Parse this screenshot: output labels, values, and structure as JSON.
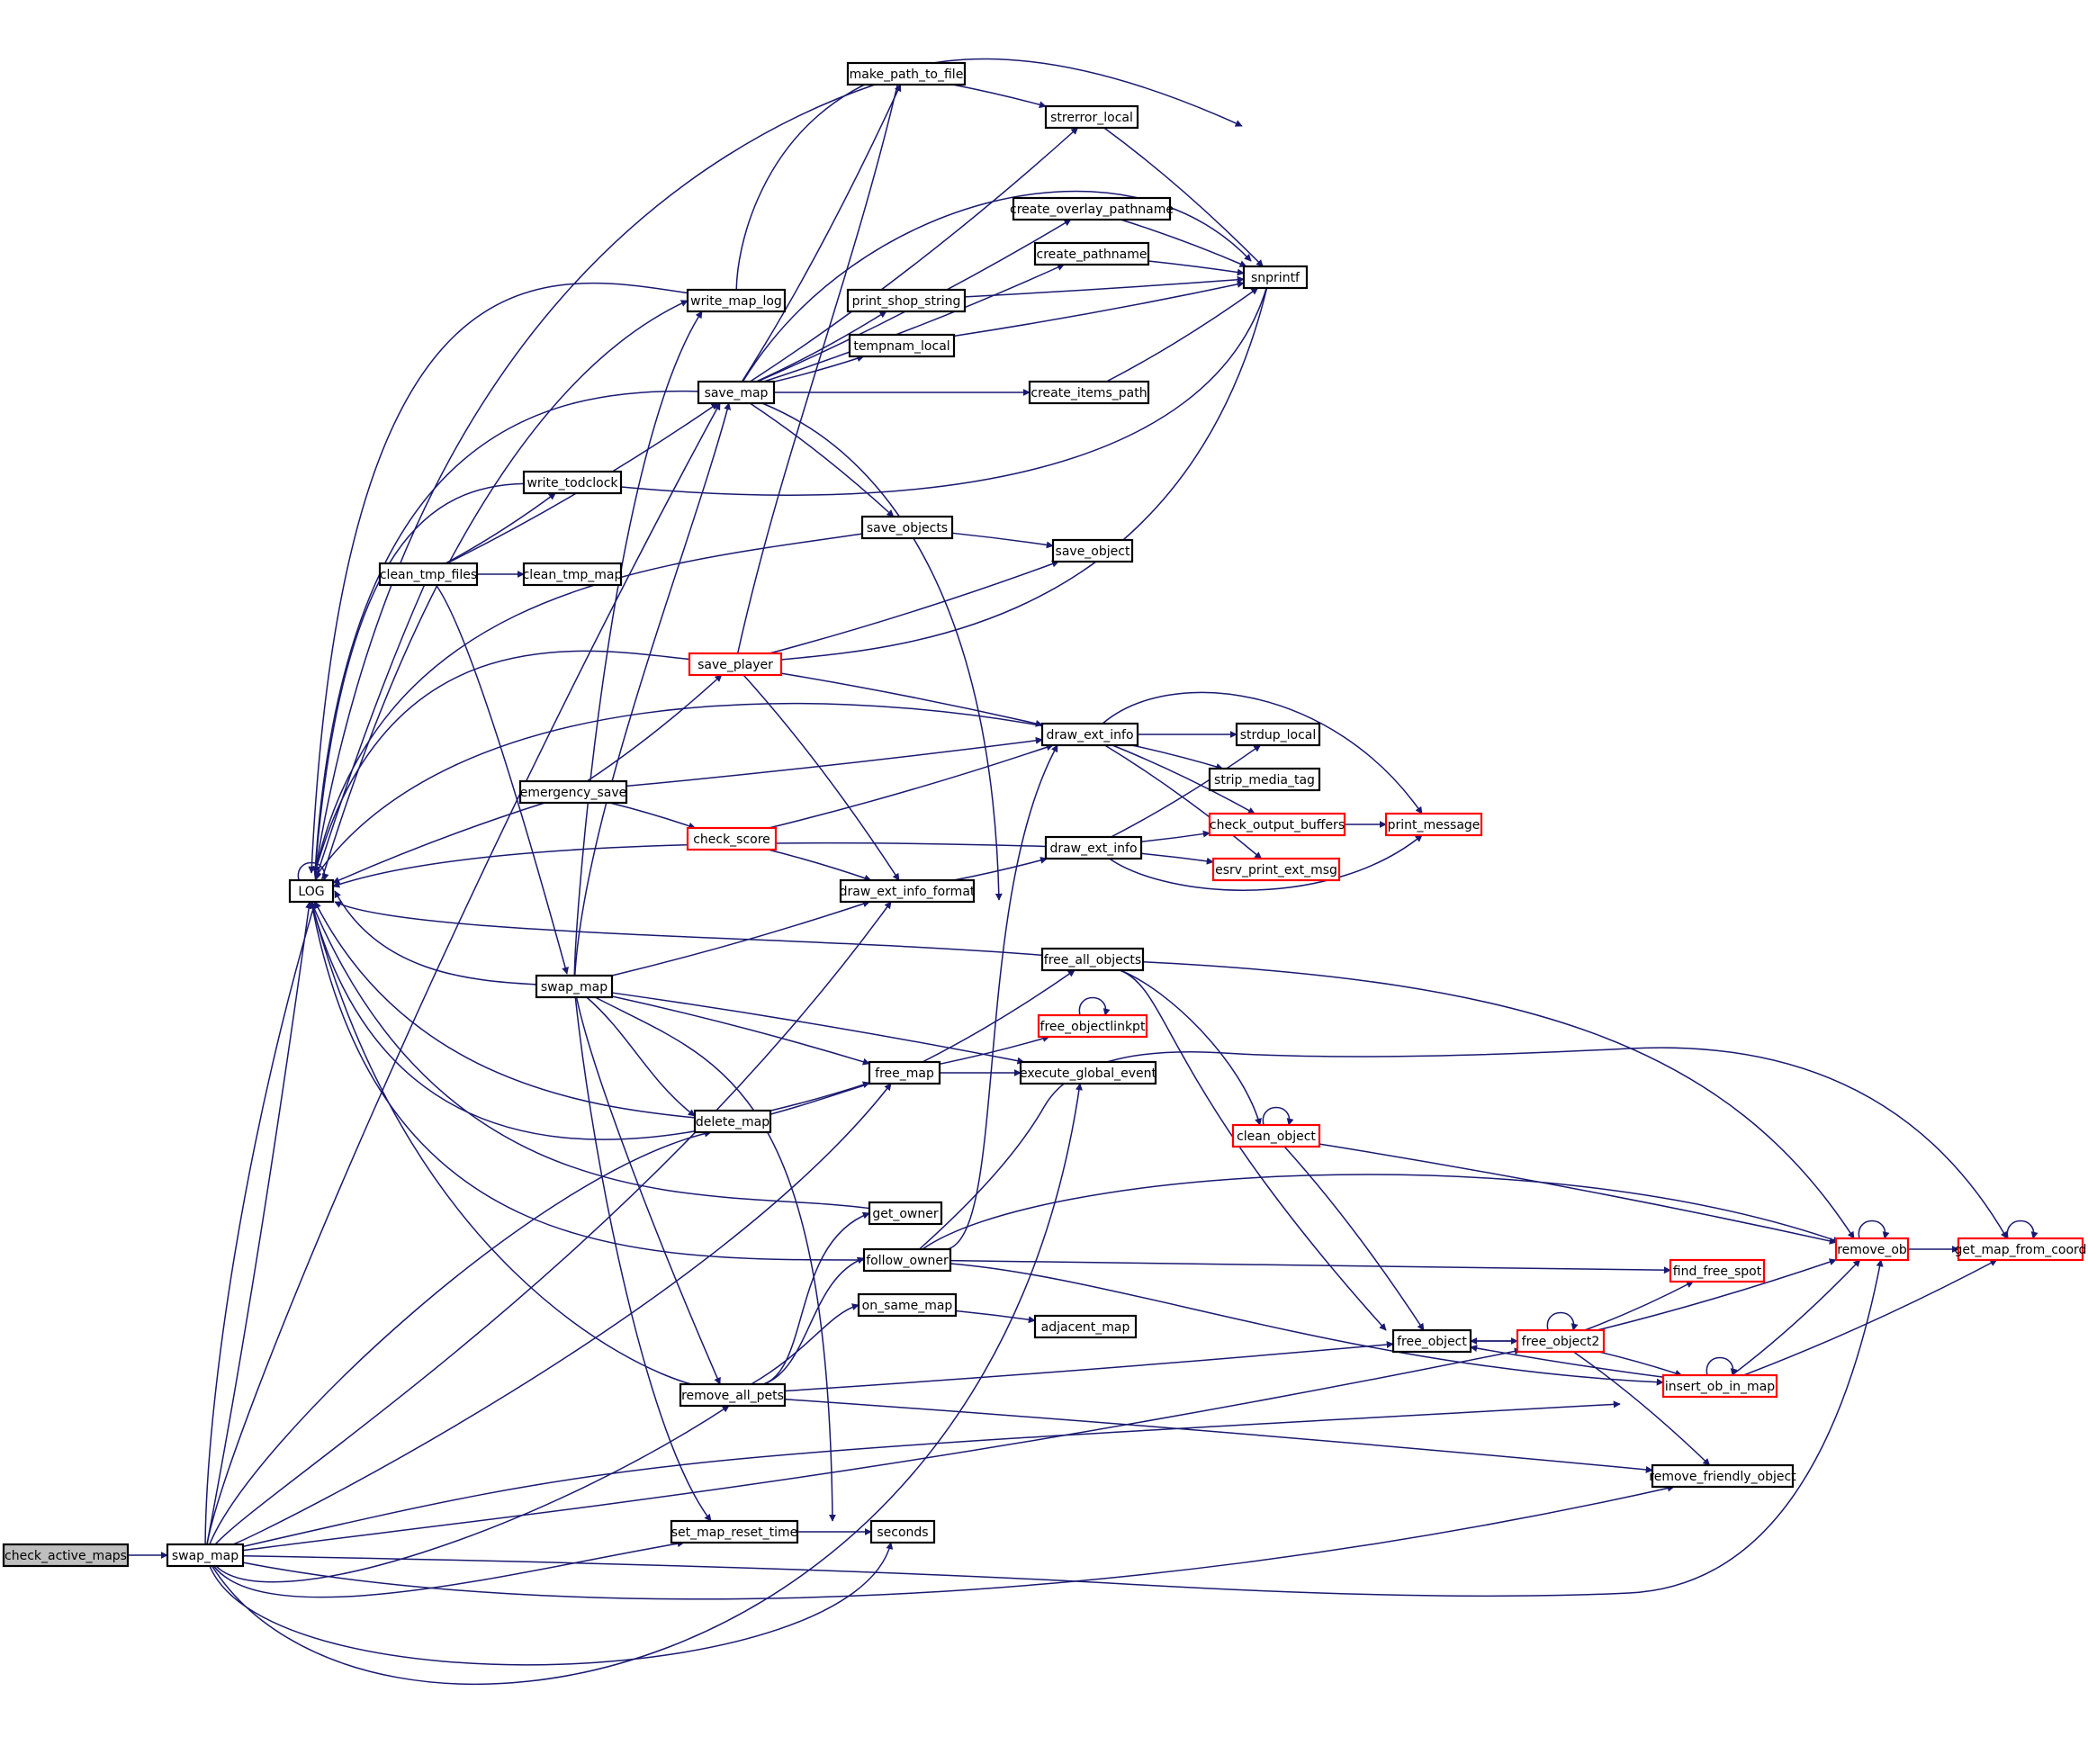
{
  "title": "check_active_maps call graph",
  "colors": {
    "edge": "#191970",
    "normal_border": "#000000",
    "truncated_border": "#ff0000",
    "root_fill": "#bfbfbf",
    "node_fill": "#ffffff"
  },
  "nodes": [
    {
      "id": "check_active_maps",
      "label": "check_active_maps",
      "style": "root"
    },
    {
      "id": "swap_map_b",
      "label": "swap_map",
      "style": "normal"
    },
    {
      "id": "LOG",
      "label": "LOG",
      "style": "normal"
    },
    {
      "id": "write_map_log",
      "label": "write_map_log",
      "style": "normal"
    },
    {
      "id": "save_map",
      "label": "save_map",
      "style": "normal"
    },
    {
      "id": "write_todclock",
      "label": "write_todclock",
      "style": "normal"
    },
    {
      "id": "clean_tmp_files",
      "label": "clean_tmp_files",
      "style": "normal"
    },
    {
      "id": "clean_tmp_map",
      "label": "clean_tmp_map",
      "style": "normal"
    },
    {
      "id": "save_player",
      "label": "save_player",
      "style": "truncated"
    },
    {
      "id": "emergency_save",
      "label": "emergency_save",
      "style": "normal"
    },
    {
      "id": "check_score",
      "label": "check_score",
      "style": "truncated"
    },
    {
      "id": "swap_map_m",
      "label": "swap_map",
      "style": "normal"
    },
    {
      "id": "delete_map",
      "label": "delete_map",
      "style": "normal"
    },
    {
      "id": "remove_all_pets",
      "label": "remove_all_pets",
      "style": "normal"
    },
    {
      "id": "set_map_reset_time",
      "label": "set_map_reset_time",
      "style": "normal"
    },
    {
      "id": "make_path_to_file",
      "label": "make_path_to_file",
      "style": "normal"
    },
    {
      "id": "strerror_local",
      "label": "strerror_local",
      "style": "normal"
    },
    {
      "id": "create_overlay_pathname",
      "label": "create_overlay_pathname",
      "style": "normal"
    },
    {
      "id": "create_pathname",
      "label": "create_pathname",
      "style": "normal"
    },
    {
      "id": "print_shop_string",
      "label": "print_shop_string",
      "style": "normal"
    },
    {
      "id": "tempnam_local",
      "label": "tempnam_local",
      "style": "normal"
    },
    {
      "id": "create_items_path",
      "label": "create_items_path",
      "style": "normal"
    },
    {
      "id": "snprintf",
      "label": "snprintf",
      "style": "normal"
    },
    {
      "id": "save_objects",
      "label": "save_objects",
      "style": "normal"
    },
    {
      "id": "save_object",
      "label": "save_object",
      "style": "normal"
    },
    {
      "id": "draw_ext_info_1",
      "label": "draw_ext_info",
      "style": "normal"
    },
    {
      "id": "draw_ext_info_2",
      "label": "draw_ext_info",
      "style": "normal"
    },
    {
      "id": "draw_ext_info_format",
      "label": "draw_ext_info_format",
      "style": "normal"
    },
    {
      "id": "strdup_local",
      "label": "strdup_local",
      "style": "normal"
    },
    {
      "id": "strip_media_tag",
      "label": "strip_media_tag",
      "style": "normal"
    },
    {
      "id": "check_output_buffers",
      "label": "check_output_buffers",
      "style": "truncated"
    },
    {
      "id": "esrv_print_ext_msg",
      "label": "esrv_print_ext_msg",
      "style": "truncated"
    },
    {
      "id": "print_message",
      "label": "print_message",
      "style": "truncated"
    },
    {
      "id": "free_all_objects",
      "label": "free_all_objects",
      "style": "normal"
    },
    {
      "id": "free_objectlinkpt",
      "label": "free_objectlinkpt",
      "style": "truncated"
    },
    {
      "id": "free_map",
      "label": "free_map",
      "style": "normal"
    },
    {
      "id": "execute_global_event",
      "label": "execute_global_event",
      "style": "normal"
    },
    {
      "id": "clean_object",
      "label": "clean_object",
      "style": "truncated"
    },
    {
      "id": "get_owner",
      "label": "get_owner",
      "style": "normal"
    },
    {
      "id": "follow_owner",
      "label": "follow_owner",
      "style": "normal"
    },
    {
      "id": "on_same_map",
      "label": "on_same_map",
      "style": "normal"
    },
    {
      "id": "adjacent_map",
      "label": "adjacent_map",
      "style": "normal"
    },
    {
      "id": "seconds",
      "label": "seconds",
      "style": "normal"
    },
    {
      "id": "free_object",
      "label": "free_object",
      "style": "normal"
    },
    {
      "id": "free_object2",
      "label": "free_object2",
      "style": "truncated"
    },
    {
      "id": "find_free_spot",
      "label": "find_free_spot",
      "style": "truncated"
    },
    {
      "id": "insert_ob_in_map",
      "label": "insert_ob_in_map",
      "style": "truncated"
    },
    {
      "id": "remove_friendly_object",
      "label": "remove_friendly_object",
      "style": "normal"
    },
    {
      "id": "remove_ob",
      "label": "remove_ob",
      "style": "truncated"
    },
    {
      "id": "get_map_from_coord",
      "label": "get_map_from_coord",
      "style": "truncated"
    }
  ],
  "edges": [
    [
      "check_active_maps",
      "swap_map_b"
    ],
    [
      "swap_map_b",
      "LOG"
    ],
    [
      "swap_map_b",
      "delete_map"
    ],
    [
      "swap_map_b",
      "draw_ext_info_format"
    ],
    [
      "swap_map_b",
      "free_map"
    ],
    [
      "swap_map_b",
      "remove_all_pets"
    ],
    [
      "swap_map_b",
      "set_map_reset_time"
    ],
    [
      "swap_map_b",
      "seconds"
    ],
    [
      "swap_map_b",
      "execute_global_event"
    ],
    [
      "swap_map_b",
      "save_map"
    ],
    [
      "swap_map_b",
      "write_map_log"
    ],
    [
      "swap_map_b",
      "insert_ob_in_map"
    ],
    [
      "swap_map_b",
      "remove_friendly_object"
    ],
    [
      "swap_map_b",
      "free_object2"
    ],
    [
      "swap_map_b",
      "remove_ob"
    ],
    [
      "write_map_log",
      "LOG"
    ],
    [
      "write_map_log",
      "snprintf"
    ],
    [
      "save_map",
      "LOG"
    ],
    [
      "save_map",
      "make_path_to_file"
    ],
    [
      "save_map",
      "strerror_local"
    ],
    [
      "save_map",
      "create_overlay_pathname"
    ],
    [
      "save_map",
      "create_pathname"
    ],
    [
      "save_map",
      "print_shop_string"
    ],
    [
      "save_map",
      "tempnam_local"
    ],
    [
      "save_map",
      "create_items_path"
    ],
    [
      "save_map",
      "save_objects"
    ],
    [
      "save_map",
      "free_all_objects"
    ],
    [
      "save_map",
      "snprintf"
    ],
    [
      "make_path_to_file",
      "strerror_local"
    ],
    [
      "make_path_to_file",
      "LOG"
    ],
    [
      "strerror_local",
      "snprintf"
    ],
    [
      "create_overlay_pathname",
      "snprintf"
    ],
    [
      "create_pathname",
      "snprintf"
    ],
    [
      "print_shop_string",
      "snprintf"
    ],
    [
      "tempnam_local",
      "snprintf"
    ],
    [
      "create_items_path",
      "snprintf"
    ],
    [
      "write_todclock",
      "LOG"
    ],
    [
      "write_todclock",
      "snprintf"
    ],
    [
      "clean_tmp_files",
      "LOG"
    ],
    [
      "clean_tmp_files",
      "write_todclock"
    ],
    [
      "clean_tmp_files",
      "save_map"
    ],
    [
      "clean_tmp_files",
      "clean_tmp_map"
    ],
    [
      "clean_tmp_files",
      "swap_map_m"
    ],
    [
      "save_objects",
      "LOG"
    ],
    [
      "save_objects",
      "save_object"
    ],
    [
      "save_player",
      "LOG"
    ],
    [
      "save_player",
      "save_object"
    ],
    [
      "save_player",
      "snprintf"
    ],
    [
      "save_player",
      "draw_ext_info_1"
    ],
    [
      "save_player",
      "draw_ext_info_format"
    ],
    [
      "save_player",
      "make_path_to_file"
    ],
    [
      "emergency_save",
      "LOG"
    ],
    [
      "emergency_save",
      "save_player"
    ],
    [
      "emergency_save",
      "check_score"
    ],
    [
      "emergency_save",
      "draw_ext_info_1"
    ],
    [
      "check_score",
      "draw_ext_info_1"
    ],
    [
      "check_score",
      "draw_ext_info_format"
    ],
    [
      "draw_ext_info_1",
      "LOG"
    ],
    [
      "draw_ext_info_1",
      "strdup_local"
    ],
    [
      "draw_ext_info_1",
      "strip_media_tag"
    ],
    [
      "draw_ext_info_1",
      "check_output_buffers"
    ],
    [
      "draw_ext_info_1",
      "esrv_print_ext_msg"
    ],
    [
      "draw_ext_info_1",
      "print_message"
    ],
    [
      "draw_ext_info_2",
      "LOG"
    ],
    [
      "draw_ext_info_2",
      "strdup_local"
    ],
    [
      "draw_ext_info_2",
      "check_output_buffers"
    ],
    [
      "draw_ext_info_2",
      "esrv_print_ext_msg"
    ],
    [
      "draw_ext_info_2",
      "print_message"
    ],
    [
      "check_output_buffers",
      "print_message"
    ],
    [
      "draw_ext_info_format",
      "draw_ext_info_2"
    ],
    [
      "swap_map_m",
      "LOG"
    ],
    [
      "swap_map_m",
      "save_map"
    ],
    [
      "swap_map_m",
      "draw_ext_info_format"
    ],
    [
      "swap_map_m",
      "free_map"
    ],
    [
      "swap_map_m",
      "execute_global_event"
    ],
    [
      "swap_map_m",
      "delete_map"
    ],
    [
      "swap_map_m",
      "remove_all_pets"
    ],
    [
      "swap_map_m",
      "set_map_reset_time"
    ],
    [
      "swap_map_m",
      "seconds"
    ],
    [
      "swap_map_m",
      "write_map_log"
    ],
    [
      "free_all_objects",
      "LOG"
    ],
    [
      "free_all_objects",
      "clean_object"
    ],
    [
      "free_all_objects",
      "free_object"
    ],
    [
      "free_all_objects",
      "remove_ob"
    ],
    [
      "free_objectlinkpt",
      "free_objectlinkpt"
    ],
    [
      "free_map",
      "LOG"
    ],
    [
      "free_map",
      "free_all_objects"
    ],
    [
      "free_map",
      "free_objectlinkpt"
    ],
    [
      "free_map",
      "execute_global_event"
    ],
    [
      "delete_map",
      "LOG"
    ],
    [
      "delete_map",
      "free_map"
    ],
    [
      "clean_object",
      "clean_object"
    ],
    [
      "clean_object",
      "free_object"
    ],
    [
      "clean_object",
      "remove_ob"
    ],
    [
      "get_owner",
      "LOG"
    ],
    [
      "follow_owner",
      "LOG"
    ],
    [
      "follow_owner",
      "draw_ext_info_1"
    ],
    [
      "follow_owner",
      "find_free_spot"
    ],
    [
      "follow_owner",
      "insert_ob_in_map"
    ],
    [
      "follow_owner",
      "remove_ob"
    ],
    [
      "follow_owner",
      "get_map_from_coord"
    ],
    [
      "on_same_map",
      "adjacent_map"
    ],
    [
      "remove_all_pets",
      "LOG"
    ],
    [
      "remove_all_pets",
      "get_owner"
    ],
    [
      "remove_all_pets",
      "follow_owner"
    ],
    [
      "remove_all_pets",
      "on_same_map"
    ],
    [
      "remove_all_pets",
      "free_object"
    ],
    [
      "remove_all_pets",
      "remove_friendly_object"
    ],
    [
      "set_map_reset_time",
      "seconds"
    ],
    [
      "free_object",
      "free_object2"
    ],
    [
      "free_object2",
      "free_object2"
    ],
    [
      "free_object2",
      "free_object"
    ],
    [
      "free_object2",
      "find_free_spot"
    ],
    [
      "free_object2",
      "remove_ob"
    ],
    [
      "free_object2",
      "insert_ob_in_map"
    ],
    [
      "free_object2",
      "remove_friendly_object"
    ],
    [
      "insert_ob_in_map",
      "insert_ob_in_map"
    ],
    [
      "insert_ob_in_map",
      "free_object"
    ],
    [
      "insert_ob_in_map",
      "remove_ob"
    ],
    [
      "insert_ob_in_map",
      "get_map_from_coord"
    ],
    [
      "remove_ob",
      "remove_ob"
    ],
    [
      "remove_ob",
      "get_map_from_coord"
    ],
    [
      "get_map_from_coord",
      "get_map_from_coord"
    ],
    [
      "LOG",
      "LOG"
    ]
  ]
}
